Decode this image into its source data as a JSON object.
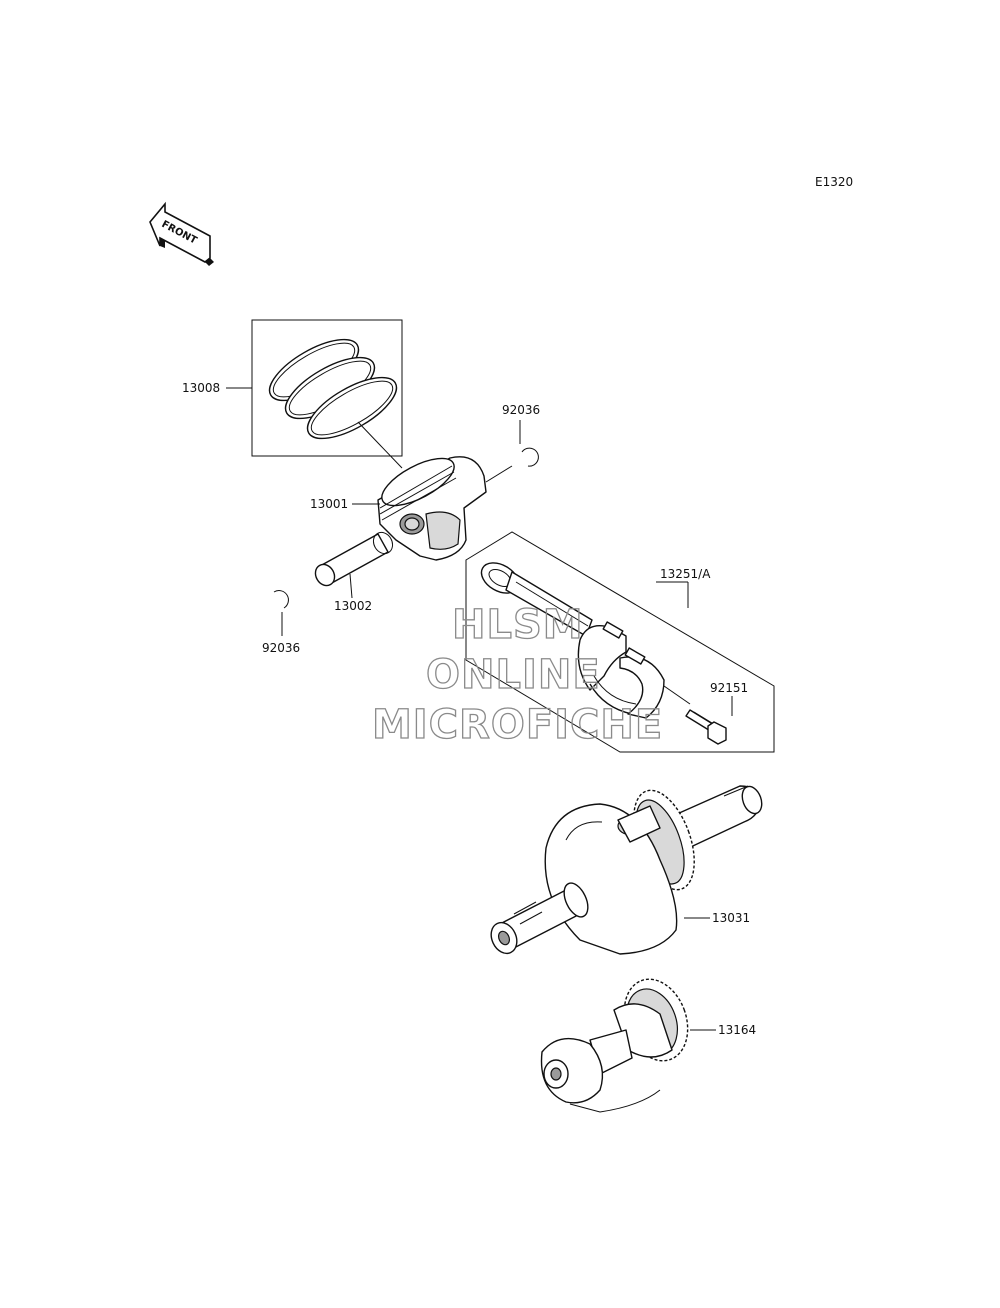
{
  "diagram_code": "E1320",
  "front_arrow_text": "FRONT",
  "watermark": [
    "HLSM",
    "ONLINE",
    "MICROFICHE"
  ],
  "part_labels": {
    "piston_rings": "13008",
    "circlip_upper": "92036",
    "piston": "13001",
    "piston_pin": "13002",
    "circlip_lower": "92036",
    "connecting_rod": "13251/A",
    "rod_bolt": "92151",
    "crankshaft": "13031",
    "balancer": "13164"
  }
}
